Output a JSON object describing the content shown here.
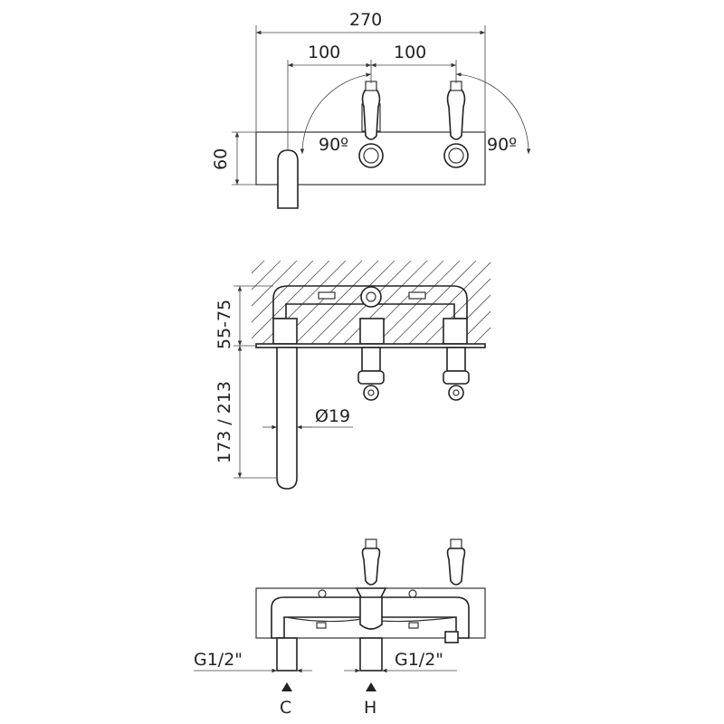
{
  "top_view": {
    "overall_width": "270",
    "spacing_left": "100",
    "spacing_right": "100",
    "height": "60",
    "angle_left": "90º",
    "angle_right": "90º"
  },
  "side_view": {
    "wall_depth": "55-75",
    "spout_drop": "173 / 213",
    "spout_diameter": "Ø19"
  },
  "front_view": {
    "connection_left": "G1/2\"",
    "connection_right": "G1/2\"",
    "cold_label": "C",
    "hot_label": "H"
  }
}
